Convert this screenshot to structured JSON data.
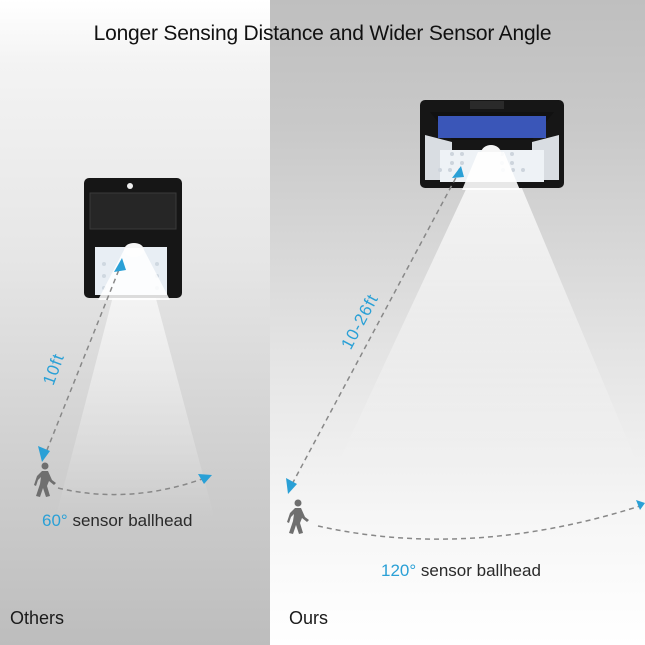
{
  "title": "Longer Sensing Distance and Wider Sensor Angle",
  "left": {
    "label": "Others",
    "distance": "10ft",
    "angle_value": "60°",
    "angle_text": " sensor ballhead"
  },
  "right": {
    "label": "Ours",
    "distance": "10-26ft",
    "angle_value": "120°",
    "angle_text": " sensor ballhead"
  },
  "colors": {
    "accent": "#2aa0d6",
    "solar_panel": "#3a56b8",
    "device_body": "#161616"
  }
}
